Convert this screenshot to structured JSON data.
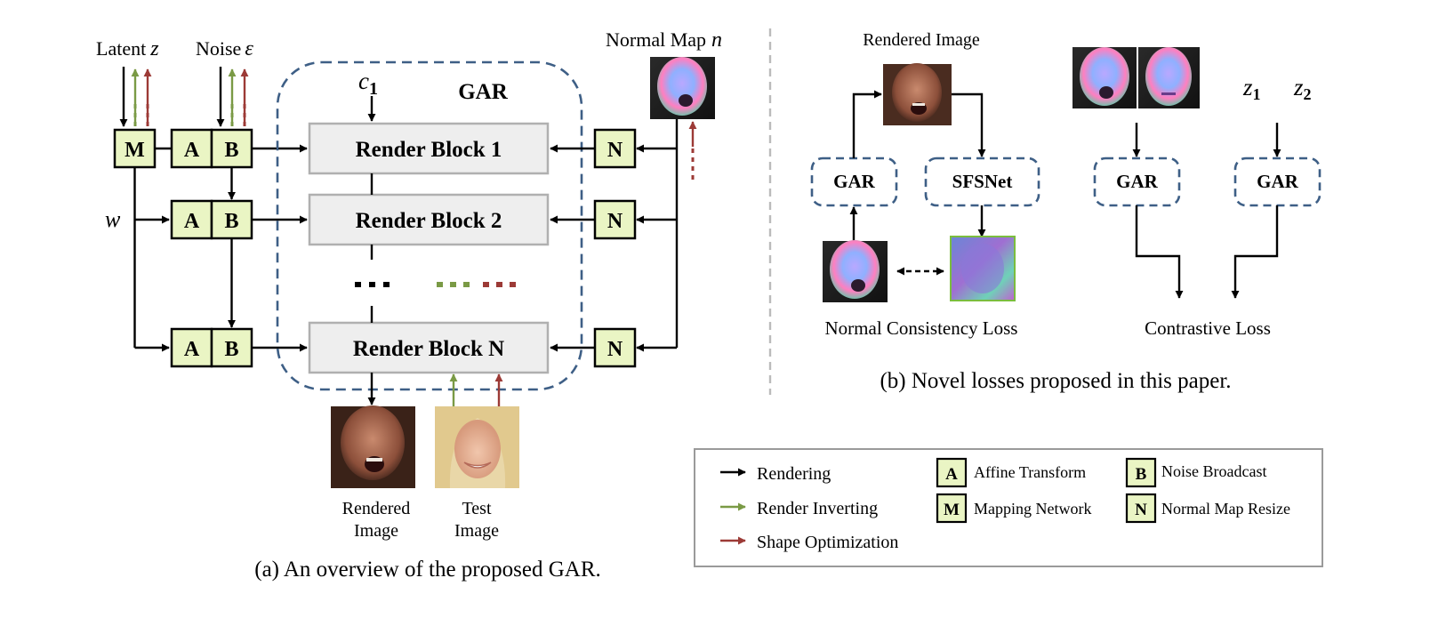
{
  "colors": {
    "box_fill": "#eaf5c4",
    "block_fill": "#eeeeee",
    "block_stroke": "#b0b0b0",
    "dashed_blue": "#3e5f86",
    "green_arrow": "#7a9a45",
    "red_arrow": "#9c3a36",
    "black": "#000000",
    "separator": "#bbbbbb",
    "legend_border": "#9a9a9a"
  },
  "part_a": {
    "latent_label": "Latent",
    "latent_symbol": "z",
    "noise_label": "Noise",
    "noise_symbol": "ε",
    "w_symbol": "w",
    "c1_symbol": "c",
    "c1_subscript": "1",
    "gar_title": "GAR",
    "normal_map_label": "Normal Map",
    "normal_map_symbol": "n",
    "mapping_box": "M",
    "affine_box": "A",
    "noise_box": "B",
    "normal_box": "N",
    "render_blocks": [
      "Render Block 1",
      "Render Block 2",
      "Render Block N"
    ],
    "ellipsis": "...",
    "rendered_image_caption": [
      "Rendered",
      "Image"
    ],
    "test_image_caption": [
      "Test",
      "Image"
    ],
    "caption": "(a) An overview of the proposed GAR."
  },
  "part_b": {
    "rendered_image_label": "Rendered Image",
    "gar_label": "GAR",
    "sfsnet_label": "SFSNet",
    "normal_consistency_label": "Normal Consistency Loss",
    "contrastive_label": "Contrastive Loss",
    "z1_symbol": "z",
    "z1_subscript": "1",
    "z2_symbol": "z",
    "z2_subscript": "2",
    "caption": "(b) Novel losses proposed in this paper."
  },
  "legend": {
    "rendering": "Rendering",
    "render_inverting": "Render Inverting",
    "shape_optimization": "Shape Optimization",
    "affine_key": "A",
    "affine_label": "Affine Transform",
    "noise_key": "B",
    "noise_label": "Noise Broadcast",
    "mapping_key": "M",
    "mapping_label": "Mapping Network",
    "normal_key": "N",
    "normal_label": "Normal Map Resize"
  }
}
